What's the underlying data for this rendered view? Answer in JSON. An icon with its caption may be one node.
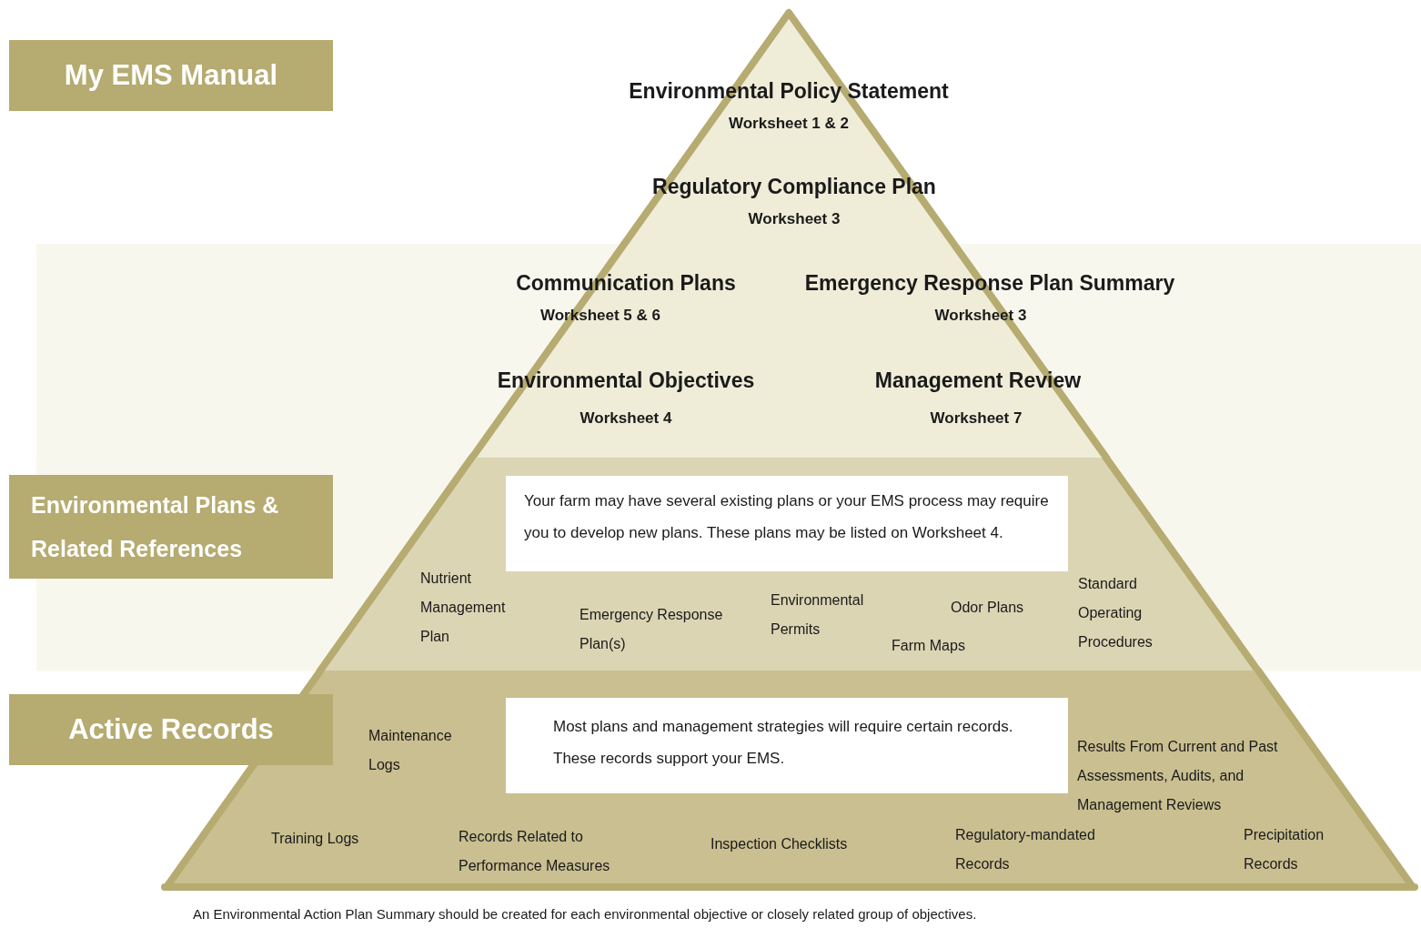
{
  "diagram": {
    "caption": "An Environmental Action Plan Summary should be created for each environmental objective or closely related group of objectives.",
    "nodes": [
      {
        "text": [
          "My EMS Manual"
        ]
      },
      {
        "text": [
          "Environmental Plans & Related References"
        ]
      },
      {
        "text": [
          "Active Records"
        ]
      },
      {
        "text": [
          "Environmental Policy Statement",
          "Worksheet 1 & 2",
          "Regulatory Compliance Plan",
          "Worksheet 3",
          "Communication Plans",
          "Worksheet 5 & 6",
          "Emergency Response Plan Summary",
          "Worksheet 3",
          "Environmental Objectives",
          "Worksheet 4",
          "Management Review",
          "Worksheet 7"
        ]
      },
      {
        "text": [
          "Nutrient Management Plan",
          "Emergency Response Plan(s)",
          "Environmental Permits",
          "Odor Plans",
          "Farm Maps",
          "Standard Operating Procedures"
        ]
      },
      {
        "text": [
          "Your farm may have several existing plans or your EMS process may require you to develop new plans.  These plans may be listed on Worksheet 4."
        ],
        "in": 4
      },
      {
        "text": [
          "Maintenance Logs",
          "Results From Current and Past Assessments, Audits, and Management Reviews",
          "Training Logs",
          "Records Related to Performance Measures",
          "Inspection Checklists",
          "Regulatory-mandated Records",
          "Precipitation Records"
        ]
      },
      {
        "text": [
          "Most plans and management strategies will require certain records.  These records support your EMS."
        ],
        "in": 6
      }
    ],
    "edges": []
  }
}
